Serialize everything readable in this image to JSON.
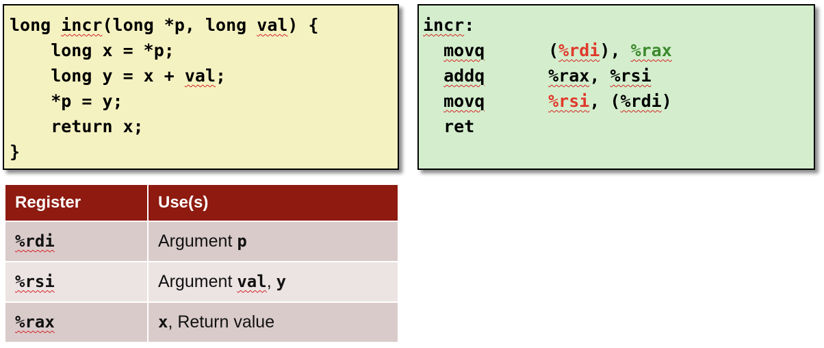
{
  "c_code": {
    "line1": {
      "a": "long ",
      "b": "incr",
      "c": "(long *p, long ",
      "d": "val",
      "e": ") {"
    },
    "line2": "    long x = *p;",
    "line3": {
      "a": "    long y = x + ",
      "b": "val",
      "c": ";"
    },
    "line4": "    *p = y;",
    "line5": "    return x;",
    "line6": "}"
  },
  "asm": {
    "label": "incr",
    "label_colon": ":",
    "line1": {
      "op": "movq",
      "paren_open": "(",
      "src": "%rdi",
      "paren_close": ")",
      "comma": ", ",
      "dst": "%rax"
    },
    "line2": {
      "op": "addq",
      "src": "%rax",
      "comma": ", ",
      "dst": "%rsi"
    },
    "line3": {
      "op": "movq",
      "src": "%rsi",
      "comma": ", (",
      "dst": "%rdi",
      "paren_close": ")"
    },
    "line4": {
      "op": "ret"
    },
    "colors": {
      "red": "#e0392b",
      "green": "#3c8a2e"
    }
  },
  "register_table": {
    "headers": [
      "Register",
      "Use(s)"
    ],
    "rows": [
      {
        "reg": "%rdi",
        "use_prefix": "Argument ",
        "use_code": "p"
      },
      {
        "reg": "%rsi",
        "use_prefix": "Argument ",
        "use_code": "val",
        "use_sep": ", ",
        "use_code2": "y"
      },
      {
        "reg": "%rax",
        "use_code": "x",
        "use_suffix": ", Return value"
      }
    ],
    "colors": {
      "header": "#8e1a10",
      "row_dark": "#dacbcb",
      "row_light": "#ece3e3"
    }
  },
  "colors": {
    "c_box": "#f5f2c1",
    "asm_box": "#d4eecd"
  }
}
